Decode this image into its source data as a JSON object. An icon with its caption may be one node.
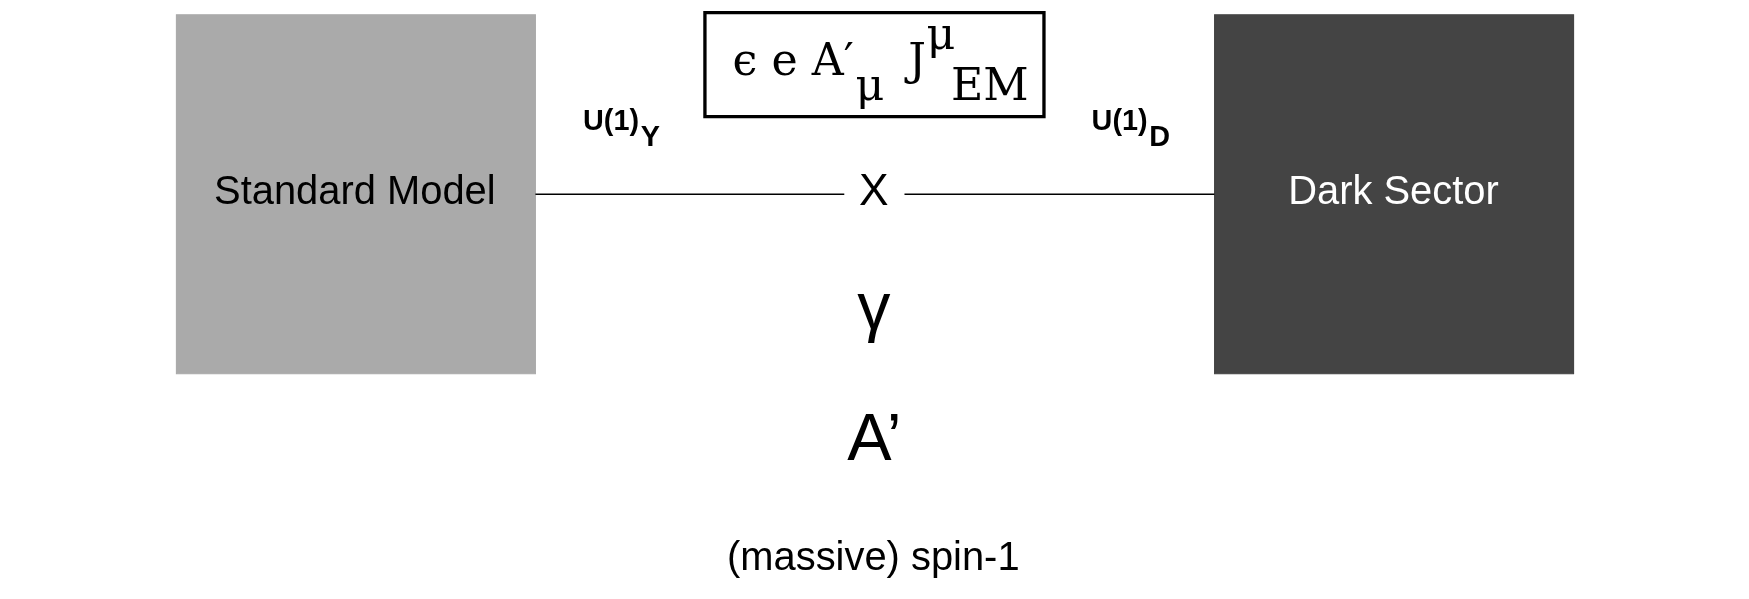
{
  "diagram": {
    "nodes": [
      {
        "text": [
          "ϵ e A′$_{μ}$ J$^{μ}$$_{EM}$"
        ]
      },
      {
        "text": [
          "Standard Model"
        ]
      },
      {
        "text": [
          "X"
        ]
      },
      {
        "text": [
          "Dark Sector"
        ]
      }
    ],
    "edges": [
      {
        "from": 1,
        "to": 2,
        "arrow": "none",
        "label": "U(1)$_{Y}$"
      },
      {
        "from": 2,
        "to": 3,
        "arrow": "none",
        "label": "U(1)$_{D}$"
      }
    ],
    "labels": [
      "γ",
      "A’",
      "(massive) spin-1"
    ]
  }
}
